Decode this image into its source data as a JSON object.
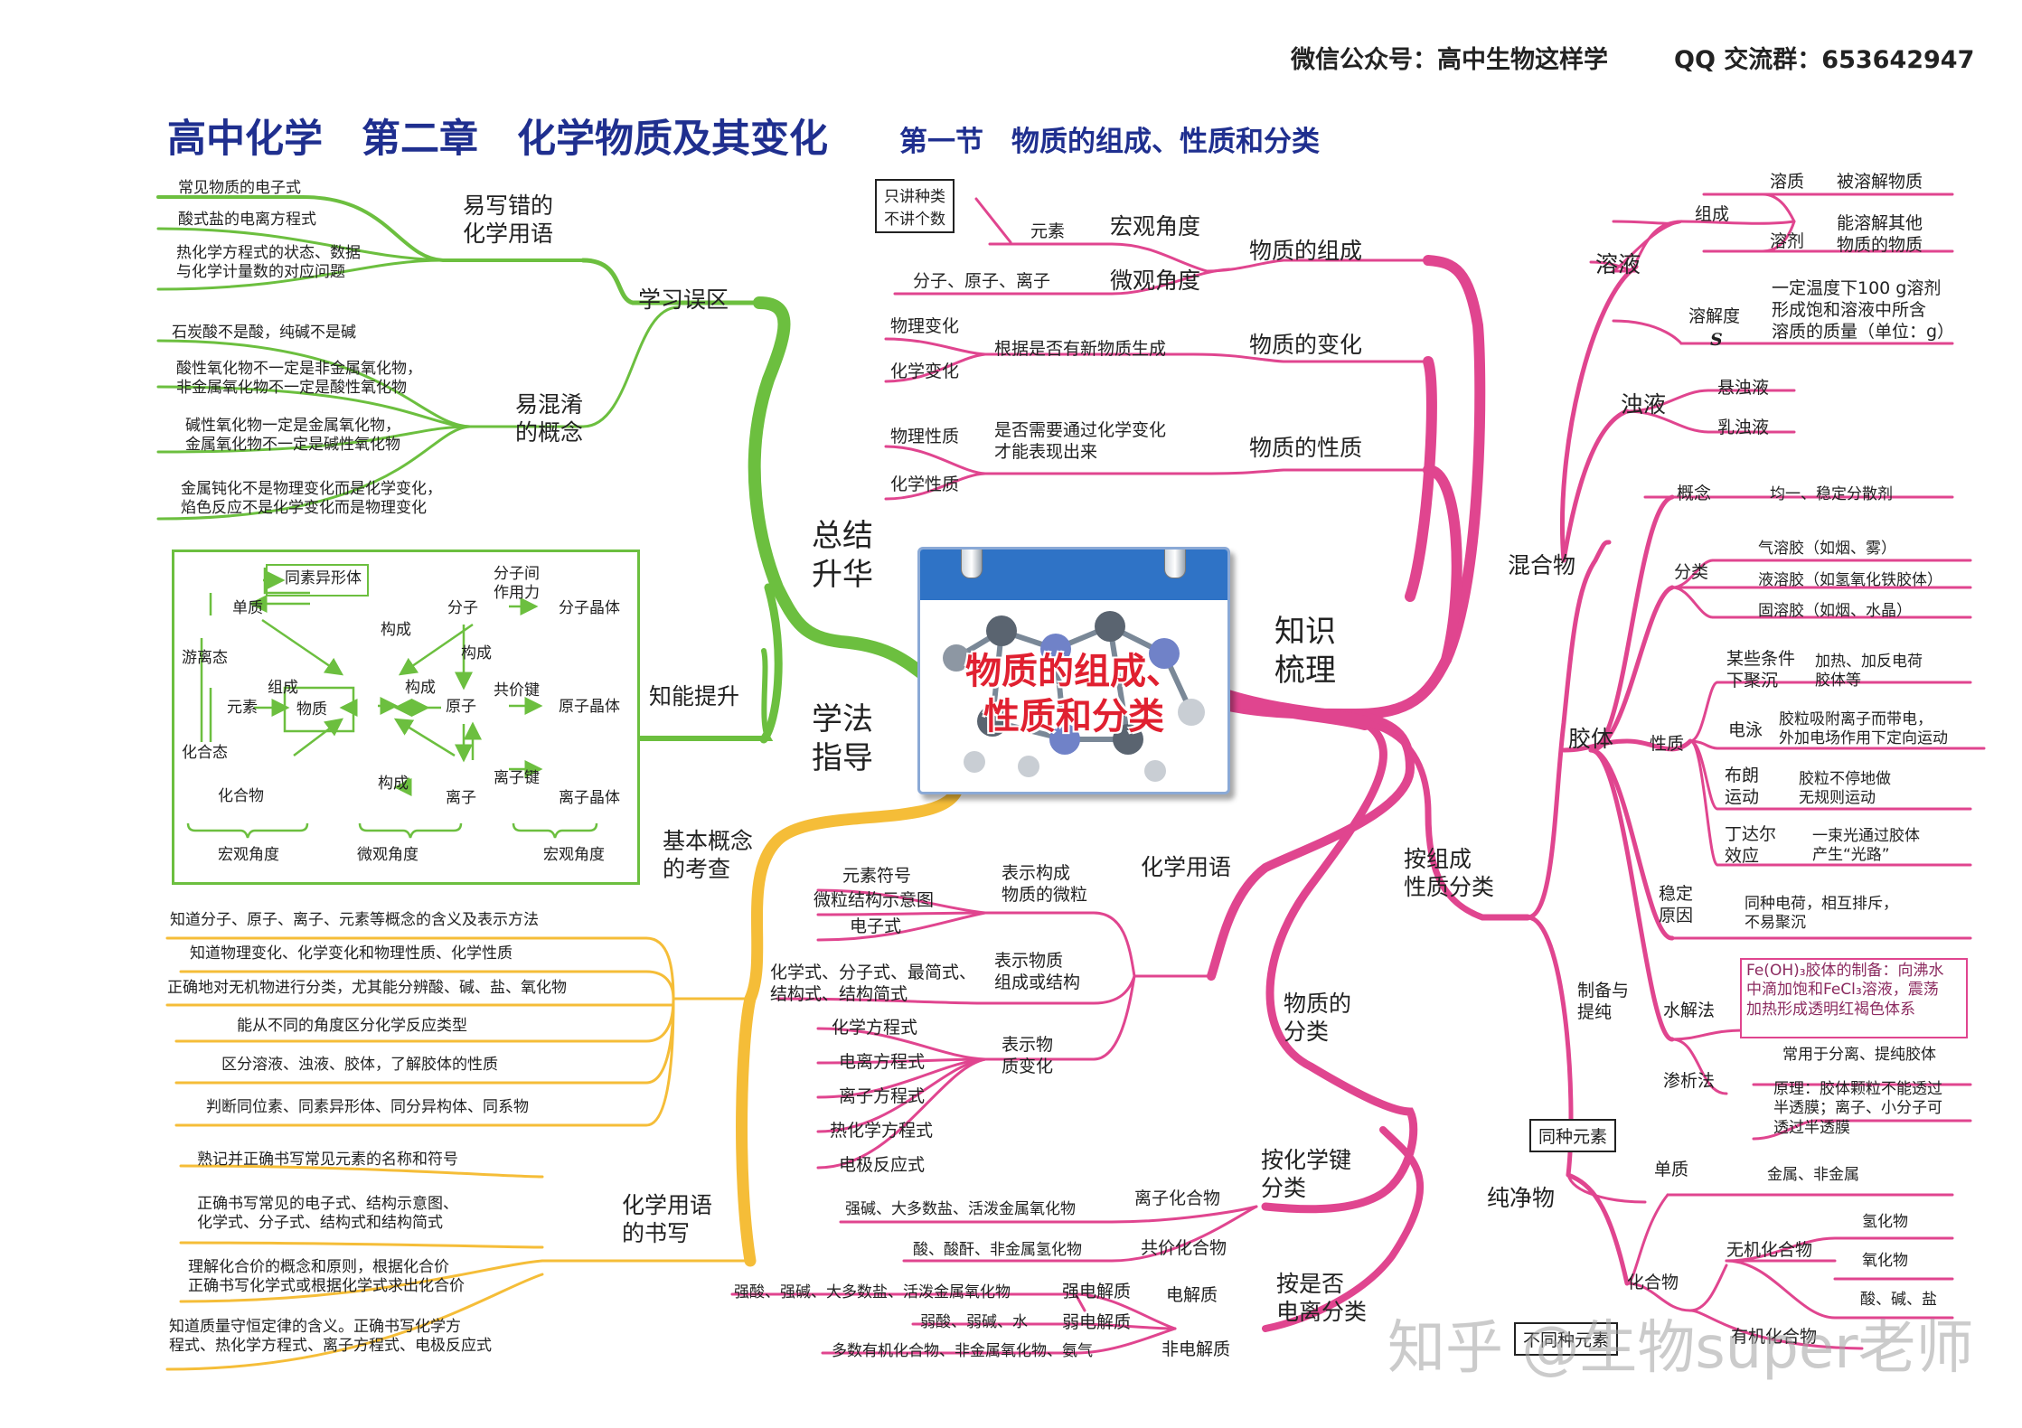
{
  "header": {
    "wechat": "微信公众号：高中生物这样学",
    "qq": "QQ 交流群：653642947"
  },
  "title": {
    "main": "高中化学　第二章　化学物质及其变化",
    "section": "第一节　物质的组成、性质和分类"
  },
  "center": {
    "line1": "物质的组成、",
    "line2": "性质和分类"
  },
  "branches": {
    "summary": "总结\n升华",
    "guide": "学法\n指导",
    "knowledge": "知识\n梳理"
  },
  "summary": {
    "errors": {
      "label": "学习误区",
      "easy_wrong": {
        "label": "易写错的\n化学用语",
        "items": [
          "常见物质的电子式",
          "酸式盐的电离方程式",
          "热化学方程式的状态、数据\n与化学计量数的对应问题"
        ]
      },
      "confuse": {
        "label": "易混淆\n的概念",
        "items": [
          "石炭酸不是酸，纯碱不是碱",
          "酸性氧化物不一定是非金属氧化物，\n非金属氧化物不一定是酸性氧化物",
          "碱性氧化物一定是金属氧化物，\n金属氧化物不一定是碱性氧化物",
          "金属钝化不是物理变化而是化学变化，\n焰色反应不是化学变化而是物理变化"
        ]
      }
    },
    "improve": {
      "label": "知能提升",
      "diagram": {
        "allotrope": "同素异形体",
        "simple": "单质",
        "free": "游离态",
        "element": "元素",
        "compose1": "组成",
        "compound_state": "化合态",
        "compound": "化合物",
        "substance": "物质",
        "molecule": "分子",
        "atom": "原子",
        "ion": "离子",
        "build1": "构成",
        "build2": "构成",
        "build3": "构成",
        "build4": "构成",
        "inter_force": "分子间\n作用力",
        "covalent": "共价键",
        "ionic_bond": "离子键",
        "mol_crystal": "分子晶体",
        "atom_crystal": "原子晶体",
        "ion_crystal": "离子晶体",
        "macro1": "宏观角度",
        "micro": "微观角度",
        "macro2": "宏观角度"
      }
    }
  },
  "guide": {
    "basic": {
      "label": "基本概念\n的考查",
      "items": [
        "知道分子、原子、离子、元素等概念的含义及表示方法",
        "知道物理变化、化学变化和物理性质、化学性质",
        "正确地对无机物进行分类，尤其能分辨酸、碱、盐、氧化物",
        "能从不同的角度区分化学反应类型",
        "区分溶液、浊液、胶体，了解胶体的性质",
        "判断同位素、同素异形体、同分异构体、同系物"
      ]
    },
    "writing": {
      "label": "化学用语\n的书写",
      "items": [
        "熟记并正确书写常见元素的名称和符号",
        "正确书写常见的电子式、结构示意图、\n化学式、分子式、结构式和结构简式",
        "理解化合价的概念和原则，根据化合价\n正确书写化学式或根据化学式求出化合价",
        "知道质量守恒定律的含义。正确书写化学方\n程式、热化学方程式、离子方程式、电极反应式"
      ]
    }
  },
  "knowledge": {
    "composition": {
      "label": "物质的组成",
      "note": "只讲种类\n不讲个数",
      "macro": {
        "label": "宏观角度",
        "item": "元素"
      },
      "micro": {
        "label": "微观角度",
        "item": "分子、原子、离子"
      }
    },
    "change": {
      "label": "物质的变化",
      "basis": "根据是否有新物质生成",
      "items": [
        "物理变化",
        "化学变化"
      ]
    },
    "property": {
      "label": "物质的性质",
      "basis": "是否需要通过化学变化\n才能表现出来",
      "items": [
        "物理性质",
        "化学性质"
      ]
    },
    "terms": {
      "label": "化学用语",
      "micro": {
        "label": "表示构成\n物质的微粒",
        "items": [
          "元素符号",
          "微粒结构示意图",
          "电子式"
        ]
      },
      "structure": {
        "label": "表示物质\n组成或结构",
        "item": "化学式、分子式、最简式、\n结构式、结构简式"
      },
      "change": {
        "label": "表示物\n质变化",
        "items": [
          "化学方程式",
          "电离方程式",
          "离子方程式",
          "热化学方程式",
          "电极反应式"
        ]
      }
    },
    "classification": {
      "label": "物质的\n分类",
      "bond": {
        "label": "按化学键\n分类",
        "ionic": {
          "label": "离子化合物",
          "item": "强碱、大多数盐、活泼金属氧化物"
        },
        "covalent": {
          "label": "共价化合物",
          "item": "酸、酸酐、非金属氢化物"
        }
      },
      "ionize": {
        "label": "按是否\n电离分类",
        "electrolyte": "电解质",
        "strong": {
          "label": "强电解质",
          "item": "强酸、强碱、大多数盐、活泼金属氧化物"
        },
        "weak": {
          "label": "弱电解质",
          "item": "弱酸、弱碱、水"
        },
        "non": {
          "label": "非电解质",
          "item": "多数有机化合物、非金属氧化物、氨气"
        }
      },
      "by_composition": {
        "label": "按组成\n性质分类",
        "mixture": {
          "label": "混合物",
          "solution": {
            "label": "溶液",
            "compose": "组成",
            "solute": {
              "label": "溶质",
              "item": "被溶解物质"
            },
            "solvent": {
              "label": "溶剂",
              "item": "能溶解其他\n物质的物质"
            },
            "solubility": {
              "label": "溶解度",
              "symbol": "S",
              "item": "一定温度下100 g溶剂\n形成饱和溶液中所含\n溶质的质量（单位：g）"
            }
          },
          "turbid": {
            "label": "浊液",
            "items": [
              "悬浊液",
              "乳浊液"
            ]
          },
          "colloid": {
            "label": "胶体",
            "concept": {
              "label": "概念",
              "item": "均一、稳定分散剂"
            },
            "types": {
              "label": "分类",
              "items": [
                "气溶胶（如烟、雾）",
                "液溶胶（如氢氧化铁胶体）",
                "固溶胶（如烟、水晶）"
              ]
            },
            "props": {
              "label": "性质",
              "coagulate": {
                "label": "某些条件\n下聚沉",
                "item": "加热、加反电荷\n胶体等"
              },
              "electro": {
                "label": "电泳",
                "item": "胶粒吸附离子而带电，\n外加电场作用下定向运动"
              },
              "brownian": {
                "label": "布朗\n运动",
                "item": "胶粒不停地做\n无规则运动"
              },
              "tyndall": {
                "label": "丁达尔\n效应",
                "item": "一束光通过胶体\n产生“光路”"
              },
              "stable": {
                "label": "稳定\n原因",
                "item": "同种电荷，相互排斥，\n不易聚沉"
              }
            },
            "prep": {
              "label": "制备与\n提纯",
              "hydrolysis": {
                "label": "水解法",
                "item": "Fe(OH)₃胶体的制备：向沸水\n中滴加饱和FeCl₃溶液，震荡\n加热形成透明红褐色体系"
              },
              "dialysis": {
                "label": "渗析法",
                "items": [
                  "常用于分离、提纯胶体",
                  "原理：胶体颗粒不能透过\n半透膜；离子、小分子可\n透过半透膜"
                ]
              }
            }
          }
        },
        "pure": {
          "label": "纯净物",
          "simple": {
            "note": "同种元素",
            "label": "单质",
            "item": "金属、非金属"
          },
          "compound": {
            "label": "化合物",
            "note": "不同种元素",
            "inorganic": {
              "label": "无机化合物",
              "items": [
                "氢化物",
                "氧化物",
                "酸、碱、盐"
              ]
            },
            "organic": "有机化合物"
          }
        }
      }
    }
  },
  "watermark": "知乎 @生物super老师",
  "colors": {
    "green": "#6cbf3f",
    "yellow": "#f5bd38",
    "pink": "#e0458f",
    "title_blue": "#1f2f8f",
    "center_red": "#e02030"
  }
}
